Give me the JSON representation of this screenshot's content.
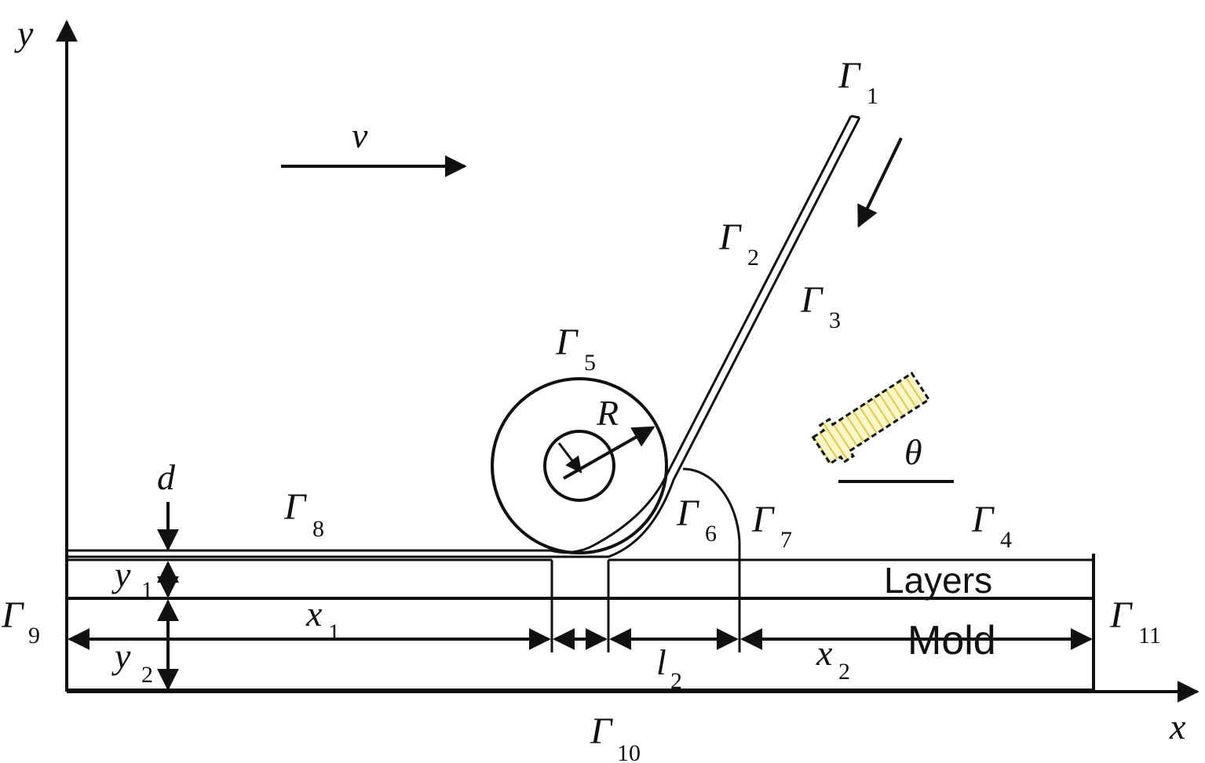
{
  "axes": {
    "x_label": "x",
    "y_label": "y"
  },
  "boundaries": {
    "g1": {
      "sym": "Γ",
      "sub": "1"
    },
    "g2": {
      "sym": "Γ",
      "sub": "2"
    },
    "g3": {
      "sym": "Γ",
      "sub": "3"
    },
    "g4": {
      "sym": "Γ",
      "sub": "4"
    },
    "g5": {
      "sym": "Γ",
      "sub": "5"
    },
    "g6": {
      "sym": "Γ",
      "sub": "6"
    },
    "g7": {
      "sym": "Γ",
      "sub": "7"
    },
    "g8": {
      "sym": "Γ",
      "sub": "8"
    },
    "g9": {
      "sym": "Γ",
      "sub": "9"
    },
    "g10": {
      "sym": "Γ",
      "sub": "10"
    },
    "g11": {
      "sym": "Γ",
      "sub": "11"
    }
  },
  "symbols": {
    "velocity": "v",
    "radius": "R",
    "angle": "θ",
    "thickness": "d"
  },
  "dimensions": {
    "y1": {
      "sym": "y",
      "sub": "1"
    },
    "y2": {
      "sym": "y",
      "sub": "2"
    },
    "x1": {
      "sym": "x",
      "sub": "1"
    },
    "x2": {
      "sym": "x",
      "sub": "2"
    },
    "l2": {
      "sym": "l",
      "sub": "2"
    }
  },
  "regions": {
    "layers": "Layers",
    "mold": "Mold"
  },
  "colors": {
    "line": "#111111",
    "heater_fill": "#fbf7c8",
    "heater_hatch": "#e7c64a"
  }
}
